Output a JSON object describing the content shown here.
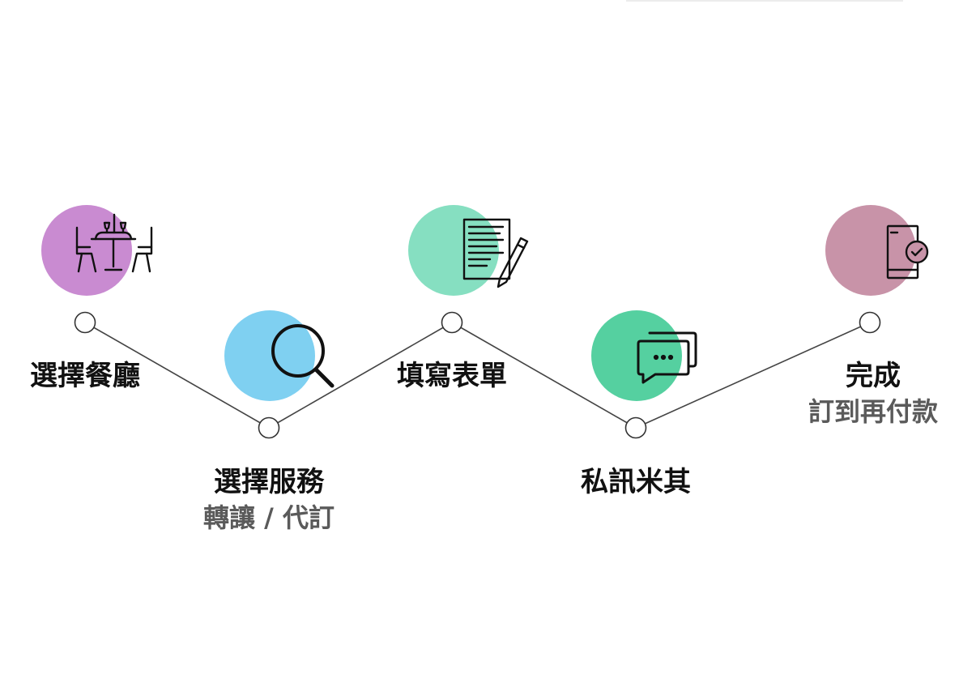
{
  "steps": [
    {
      "title": "選擇餐廳",
      "subtitle": "",
      "color": "#c98bd1",
      "icon": "restaurant-table-icon"
    },
    {
      "title": "選擇服務",
      "subtitle": "轉讓 / 代訂",
      "color": "#7fd0f1",
      "icon": "magnifier-icon"
    },
    {
      "title": "填寫表單",
      "subtitle": "",
      "color": "#86dfc1",
      "icon": "form-pencil-icon"
    },
    {
      "title": "私訊米其",
      "subtitle": "",
      "color": "#55d0a0",
      "icon": "chat-bubbles-icon"
    },
    {
      "title": "完成",
      "subtitle": "訂到再付款",
      "color": "#c893a8",
      "icon": "phone-check-icon"
    }
  ]
}
